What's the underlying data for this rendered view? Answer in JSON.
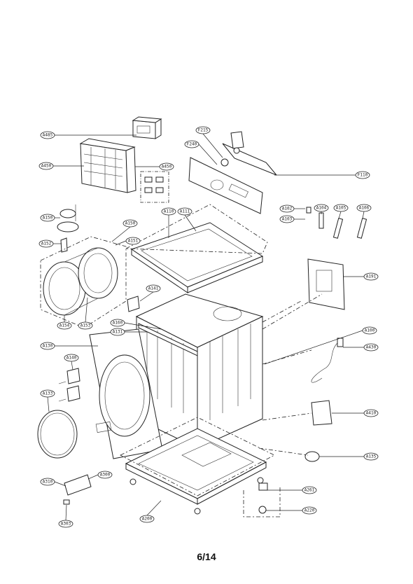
{
  "page": {
    "number": "6/14"
  },
  "callouts": [
    "A485",
    "A450",
    "A450",
    "F215",
    "F240",
    "F110",
    "A150",
    "A150",
    "A151",
    "A152",
    "A110",
    "A111",
    "A102",
    "A103",
    "A104",
    "A105",
    "A106",
    "A191",
    "A154",
    "A153",
    "A141",
    "A160",
    "A131",
    "A100",
    "A130",
    "A430",
    "A140",
    "A133",
    "A410",
    "A135",
    "A310",
    "A300",
    "A303",
    "A200",
    "A261",
    "A220"
  ]
}
